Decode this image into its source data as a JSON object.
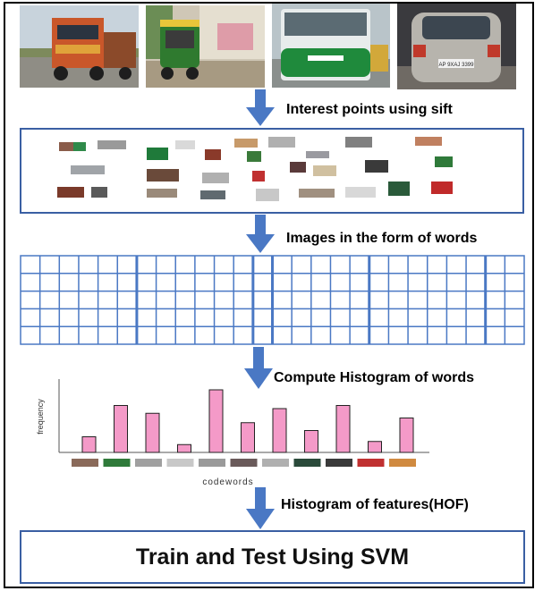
{
  "steps": {
    "interest_points": "Interest points using sift",
    "words": "Images in the form of words",
    "histogram": "Compute Histogram of words",
    "hof": "Histogram of features(HOF)",
    "svm": "Train and Test Using SVM"
  },
  "photos": [
    {
      "name": "truck-photo",
      "plate": ""
    },
    {
      "name": "auto-rickshaw-photo",
      "plate": ""
    },
    {
      "name": "bus-photo",
      "plate": ""
    },
    {
      "name": "car-photo",
      "plate": "AP 9XAJ 3399"
    }
  ],
  "chart_data": {
    "type": "bar",
    "xlabel": "codewords",
    "ylabel": "frequency",
    "values": [
      1.0,
      3.0,
      2.5,
      0.5,
      4.0,
      1.9,
      2.8,
      1.4,
      3.0,
      0.7,
      2.2
    ],
    "bar_color": "#f49ac8"
  },
  "colors": {
    "panel_border": "#3a5fa3",
    "arrow": "#4a78c4"
  }
}
